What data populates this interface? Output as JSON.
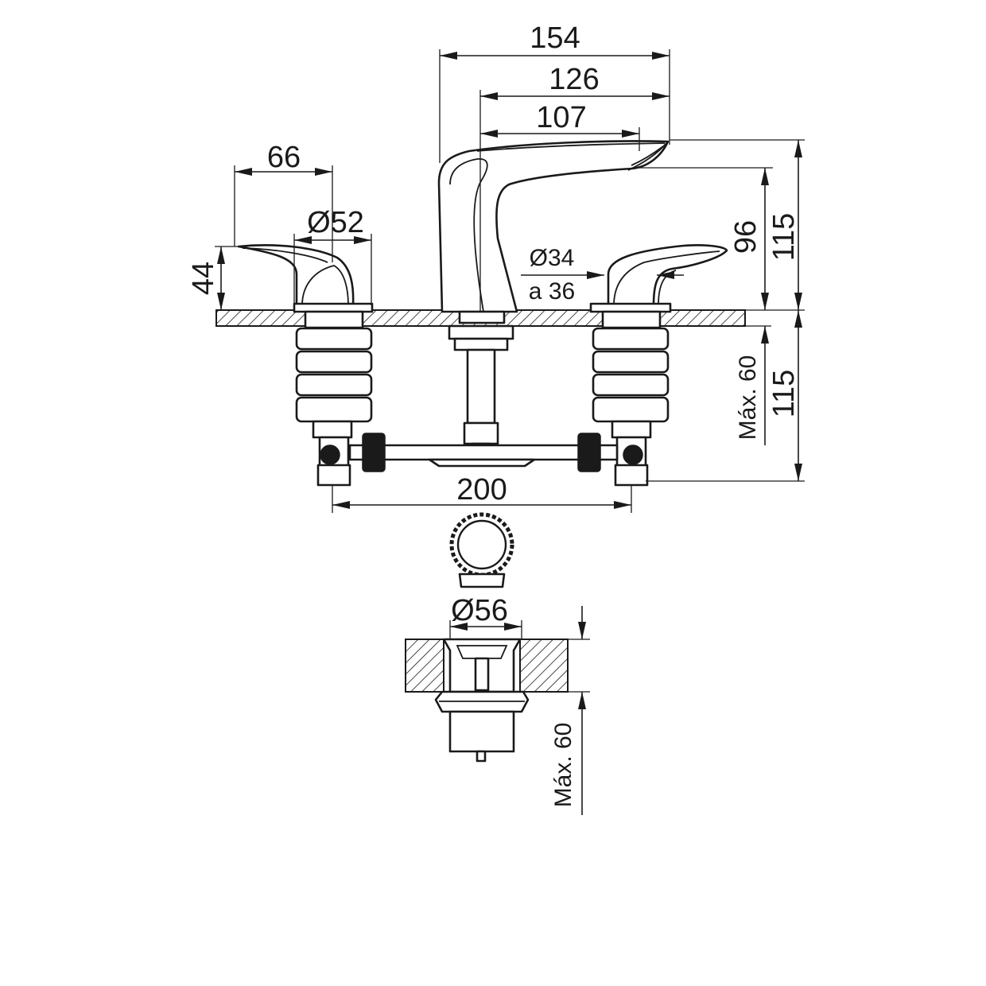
{
  "dimensions": {
    "d154": "154",
    "d126": "126",
    "d107": "107",
    "d66": "66",
    "d52": "Ø52",
    "d44": "44",
    "d34": "Ø34",
    "d34b": "a 36",
    "d96": "96",
    "d115top": "115",
    "d115bottom": "115",
    "max60top": "Máx. 60",
    "d200": "200",
    "d56": "Ø56",
    "max60bottom": "Máx. 60"
  }
}
